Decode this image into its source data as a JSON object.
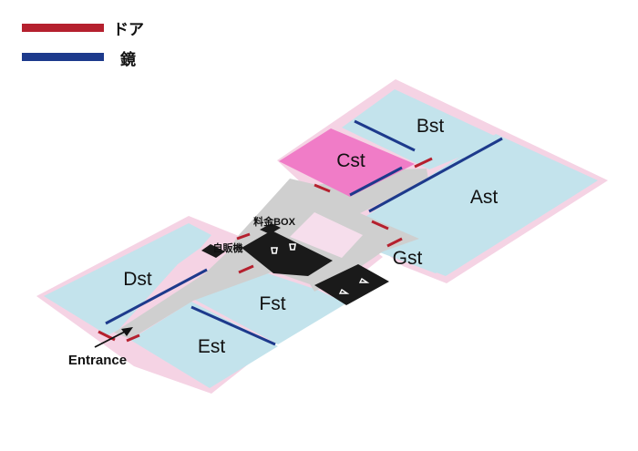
{
  "legend": {
    "items": [
      {
        "label": "ドア",
        "color": "#b5202e"
      },
      {
        "label": "鏡",
        "color": "#1d3a8c"
      }
    ]
  },
  "rooms": {
    "ast": "Ast",
    "bst": "Bst",
    "cst": "Cst",
    "dst": "Dst",
    "est": "Est",
    "fst": "Fst",
    "gst": "Gst"
  },
  "facilities": {
    "locker": "料金BOX",
    "vending": "自販機",
    "entrance": "Entrance"
  },
  "colors": {
    "room_fill": "#c3e3ec",
    "highlight_room": "#f07cc7",
    "corridor": "#cfcfcf",
    "wall": "#f5d3e4",
    "lounge": "#f6deec",
    "restroom": "#1a1a1a",
    "door": "#b5202e",
    "mirror": "#1d3a8c"
  }
}
